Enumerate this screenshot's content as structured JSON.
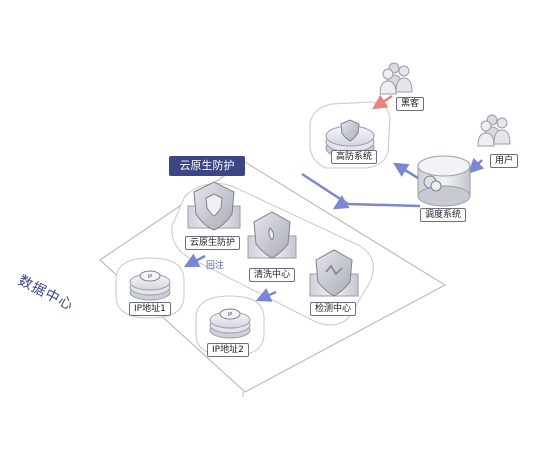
{
  "zone_title": "云原生防护",
  "data_center_label": "数据中心",
  "back_injection_label": "回注",
  "nodes": {
    "hacker": "黑客",
    "user": "用户",
    "high_defense": "高防系统",
    "scheduler": "调度系统",
    "cloud_native_protection": "云原生防护",
    "cleaning_center": "清洗中心",
    "detection_center": "检测中心",
    "ip1": "IP地址1",
    "ip2": "IP地址2"
  },
  "colors": {
    "accent": "#3c4684",
    "flow_line": "#7c86d4",
    "attack_arrow": "#e8837f",
    "outline": "#c9c9c9"
  },
  "icons": {
    "hacker": "user-group-icon",
    "user": "user-group-icon",
    "high_defense": "shield-server-icon",
    "scheduler": "dispatch-server-icon",
    "cloud_native_protection": "shield-server-icon",
    "cleaning_center": "shield-server-icon",
    "detection_center": "shield-server-icon",
    "ip": "ip-server-icon"
  }
}
